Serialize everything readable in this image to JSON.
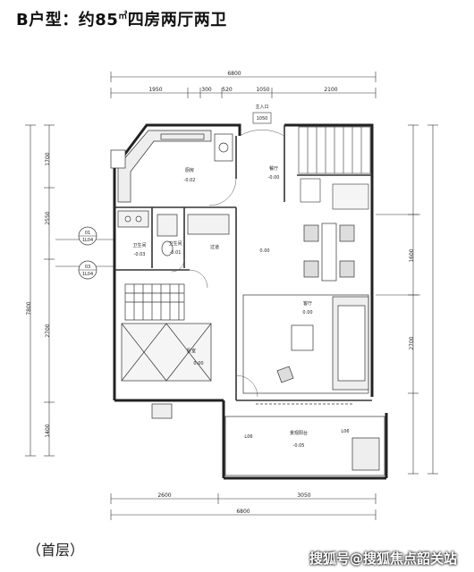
{
  "title": {
    "main": "B户型：约85",
    "unit": "㎡",
    "suffix": "四房两厅两卫"
  },
  "caption": "（首层）",
  "watermark": "搜狐号@搜狐焦点韶关站",
  "dimensions": {
    "top_total": "6800",
    "top_segments": [
      "1950",
      "300",
      "520",
      "1050",
      "2100"
    ],
    "bottom_segments": [
      "2600",
      "3050"
    ],
    "bottom_total": "6800",
    "entry_label": "主入口",
    "entry_dim": "1050",
    "left_segments": [
      "1700",
      "2550",
      "2700",
      "1400"
    ],
    "left_total": "7800",
    "right_segments": [
      "1600",
      "2700"
    ]
  },
  "axes": {
    "a1": {
      "top": "01",
      "bottom": "1L04"
    },
    "a2": {
      "top": "03",
      "bottom": "1L04"
    }
  },
  "rooms": {
    "kitchen": {
      "name": "厨房",
      "area": "-0.02"
    },
    "dining": {
      "name": "餐厅",
      "area": "-0.00"
    },
    "bath1": {
      "name": "卫生间",
      "area": "-0.03"
    },
    "bath2": {
      "name": "卫生间",
      "area": "-0.01"
    },
    "corridor": {
      "name": "过道",
      "area": "0.00"
    },
    "living": {
      "name": "客厅",
      "area": "0.00"
    },
    "bedroom": {
      "name": "卧室",
      "area": "0.00"
    },
    "balcony": {
      "name": "景观阳台",
      "area": "-0.05"
    }
  },
  "tags": {
    "ld1": "L06",
    "ld2": "L06"
  }
}
